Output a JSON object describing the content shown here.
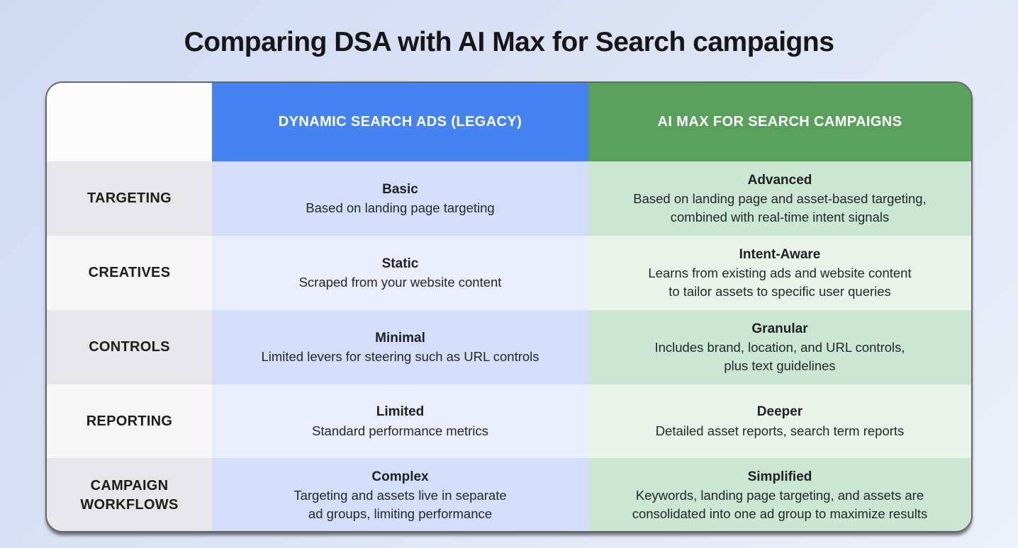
{
  "title": "Comparing DSA with AI Max for Search campaigns",
  "table": {
    "columns": {
      "dsa_header": "DYNAMIC SEARCH ADS (LEGACY)",
      "aimax_header": "AI MAX FOR SEARCH CAMPAIGNS"
    },
    "rows": [
      {
        "category": "TARGETING",
        "dsa": {
          "heading": "Basic",
          "description": "Based on landing page targeting"
        },
        "aimax": {
          "heading": "Advanced",
          "description": "Based on landing page and asset-based targeting,\ncombined with real-time intent signals"
        }
      },
      {
        "category": "CREATIVES",
        "dsa": {
          "heading": "Static",
          "description": "Scraped from your website content"
        },
        "aimax": {
          "heading": "Intent-Aware",
          "description": "Learns from existing ads and website content\nto tailor assets to specific user queries"
        }
      },
      {
        "category": "CONTROLS",
        "dsa": {
          "heading": "Minimal",
          "description": "Limited levers for steering such as URL controls"
        },
        "aimax": {
          "heading": "Granular",
          "description": "Includes brand, location, and URL controls,\nplus text guidelines"
        }
      },
      {
        "category": "REPORTING",
        "dsa": {
          "heading": "Limited",
          "description": "Standard performance metrics"
        },
        "aimax": {
          "heading": "Deeper",
          "description": "Detailed asset reports, search term reports"
        }
      },
      {
        "category": "CAMPAIGN WORKFLOWS",
        "dsa": {
          "heading": "Complex",
          "description": "Targeting and assets live in separate\nad groups, limiting performance"
        },
        "aimax": {
          "heading": "Simplified",
          "description": "Keywords, landing page targeting, and assets are\nconsolidated into one ad group to maximize results"
        }
      }
    ]
  },
  "colors": {
    "dsa_header_bg": "#4483f0",
    "aimax_header_bg": "#58a05c",
    "dsa_cell_odd": "#d3defa",
    "dsa_cell_even": "#e9edfc",
    "aimax_cell_odd": "#cbe6d2",
    "aimax_cell_even": "#e9f3ea",
    "label_cell_odd": "#e7e7e9",
    "label_cell_even": "#f7f7f8",
    "header_text": "#ffffff",
    "body_text": "#202124"
  }
}
